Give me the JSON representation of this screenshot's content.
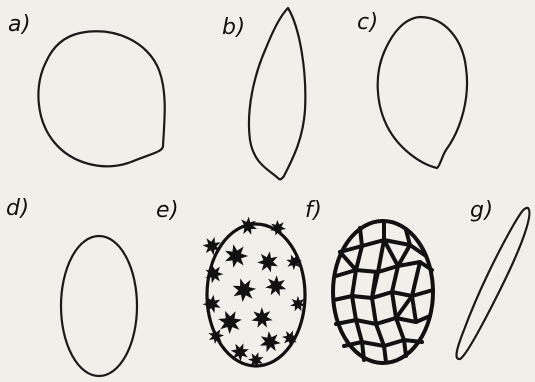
{
  "panels": [
    {
      "label": "a)",
      "shape": "rounded-circular-outline"
    },
    {
      "label": "b)",
      "shape": "elongated-curved-spindle-outline"
    },
    {
      "label": "c)",
      "shape": "ovate-egg-outline"
    },
    {
      "label": "d)",
      "shape": "oval-outline"
    },
    {
      "label": "e)",
      "shape": "oval-with-spiky-projections"
    },
    {
      "label": "f)",
      "shape": "oval-with-reticulate-network"
    },
    {
      "label": "g)",
      "shape": "narrow-elongated-rod-outline"
    }
  ],
  "colors": {
    "background": "#f1efea",
    "ink": "#111111"
  }
}
